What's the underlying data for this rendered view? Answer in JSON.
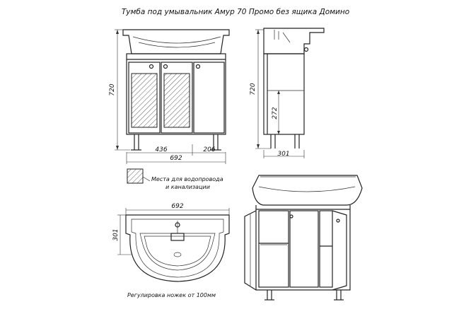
{
  "title": "Тумба под умывальник Амур 70 Промо без ящика Домино",
  "dimensions": {
    "front_height": "720",
    "front_width": "692",
    "front_left_part": "436",
    "front_right_part": "206",
    "side_height": "720",
    "side_inner_height": "272",
    "side_depth": "301",
    "top_width": "692",
    "top_depth": "301"
  },
  "legend": {
    "line1": "Места для водопровода",
    "line2": "и канализации"
  },
  "note": "Регулировка ножек от 100мм",
  "colors": {
    "line": "#222222",
    "background": "#ffffff"
  }
}
